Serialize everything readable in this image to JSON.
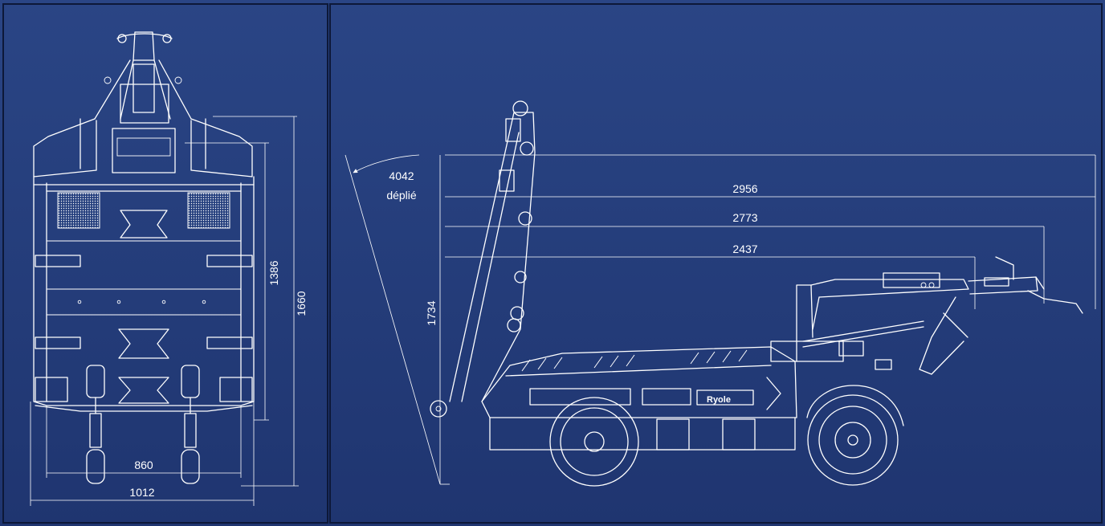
{
  "colors": {
    "background": "#26407e",
    "background_dark": "#1d3268",
    "lines": "#ffffff",
    "frame": "#0d1838"
  },
  "front_view": {
    "dimensions": {
      "height_inner": "1386",
      "height_total": "1660",
      "width_inner": "860",
      "width_total": "1012"
    }
  },
  "side_view": {
    "dimensions": {
      "length_1": "2956",
      "length_2": "2773",
      "length_3": "2437",
      "height": "1734",
      "unfolded_value": "4042",
      "unfolded_word": "déplié"
    },
    "brand_logo": "Ryole"
  }
}
